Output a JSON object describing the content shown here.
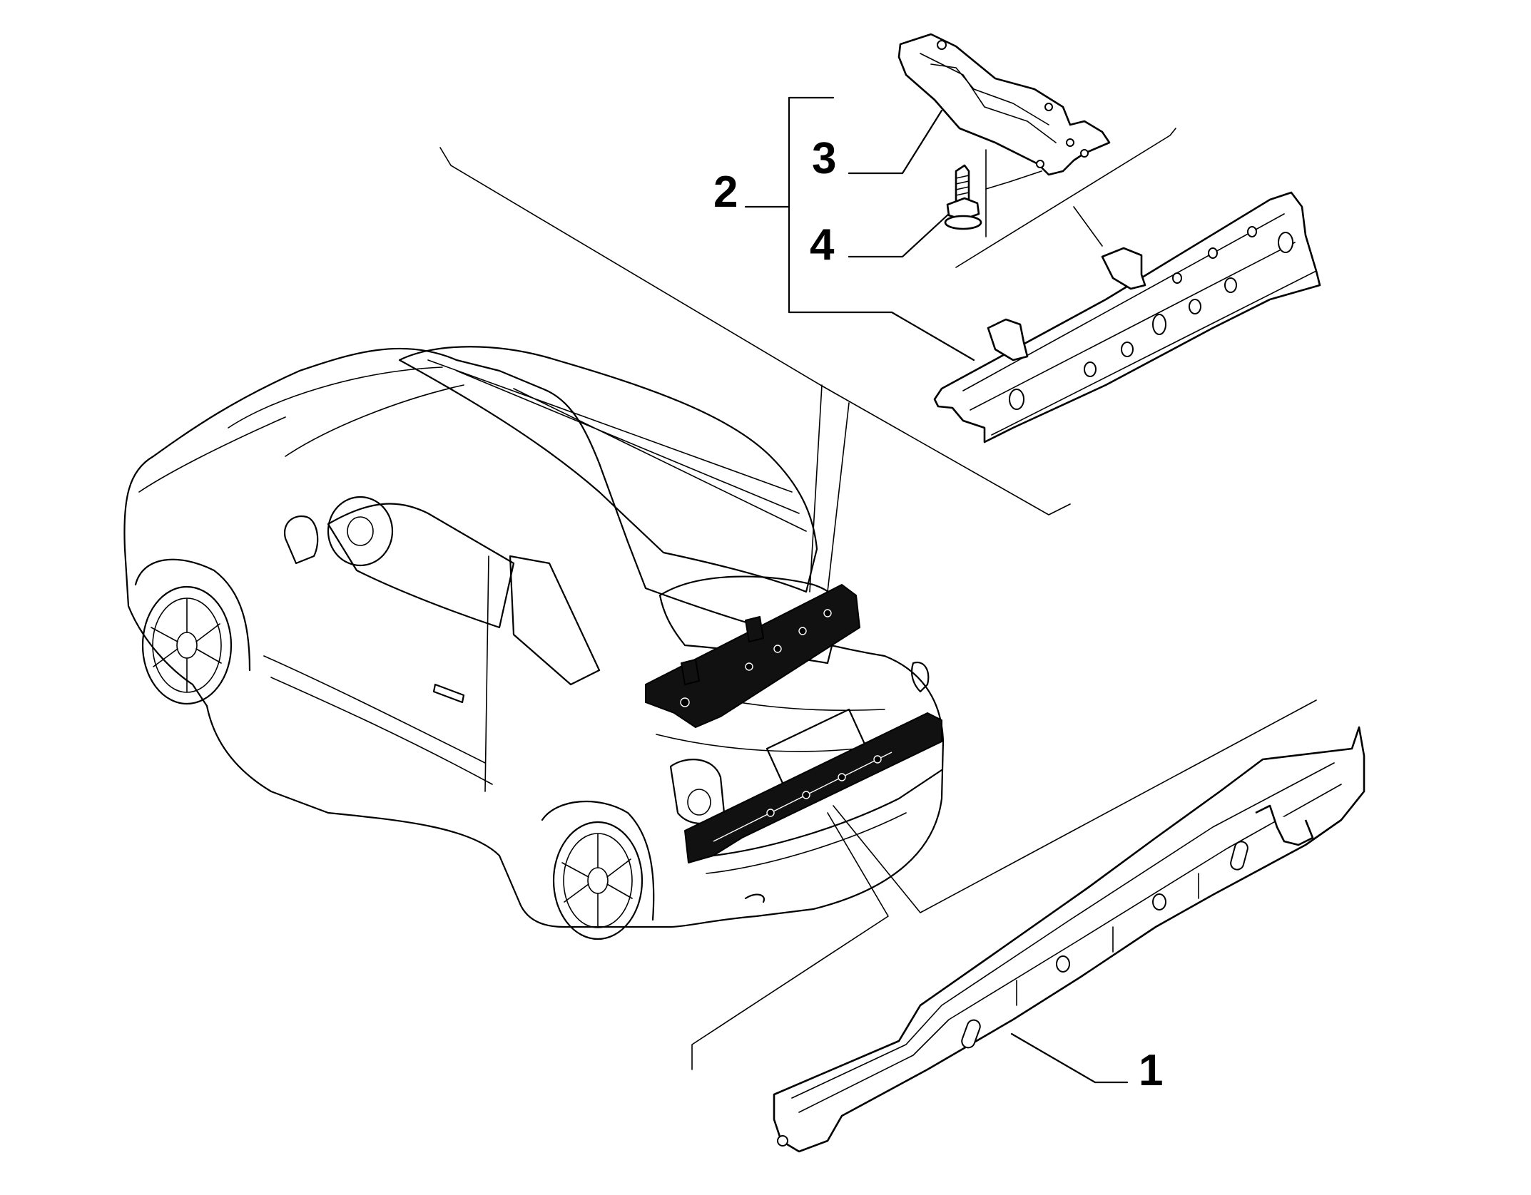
{
  "callouts": {
    "part_1": "1",
    "part_2": "2",
    "part_3": "3",
    "part_4": "4"
  },
  "colors": {
    "line": "#000000",
    "background": "#ffffff",
    "highlighted_part_fill": "#111111"
  }
}
